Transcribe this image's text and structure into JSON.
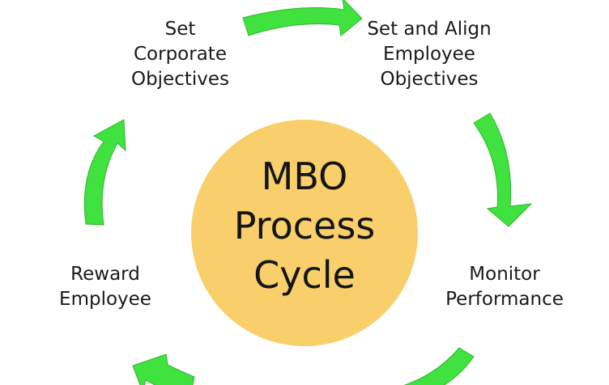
{
  "center": {
    "lines": [
      "MBO",
      "Process",
      "Cycle"
    ],
    "fill_color": "#f8cf6a"
  },
  "steps": [
    {
      "lines": [
        "Set",
        "Corporate",
        "Objectives"
      ]
    },
    {
      "lines": [
        "Set and Align",
        "Employee",
        "Objectives"
      ]
    },
    {
      "lines": [
        "Monitor",
        "Performance"
      ]
    },
    {
      "lines": [
        "Reward",
        "Employee"
      ]
    }
  ],
  "arrow_color": "#3fe23f",
  "arrow_outline_color": "#2fb52f",
  "arrow_icon": "curved-arrow-icon"
}
